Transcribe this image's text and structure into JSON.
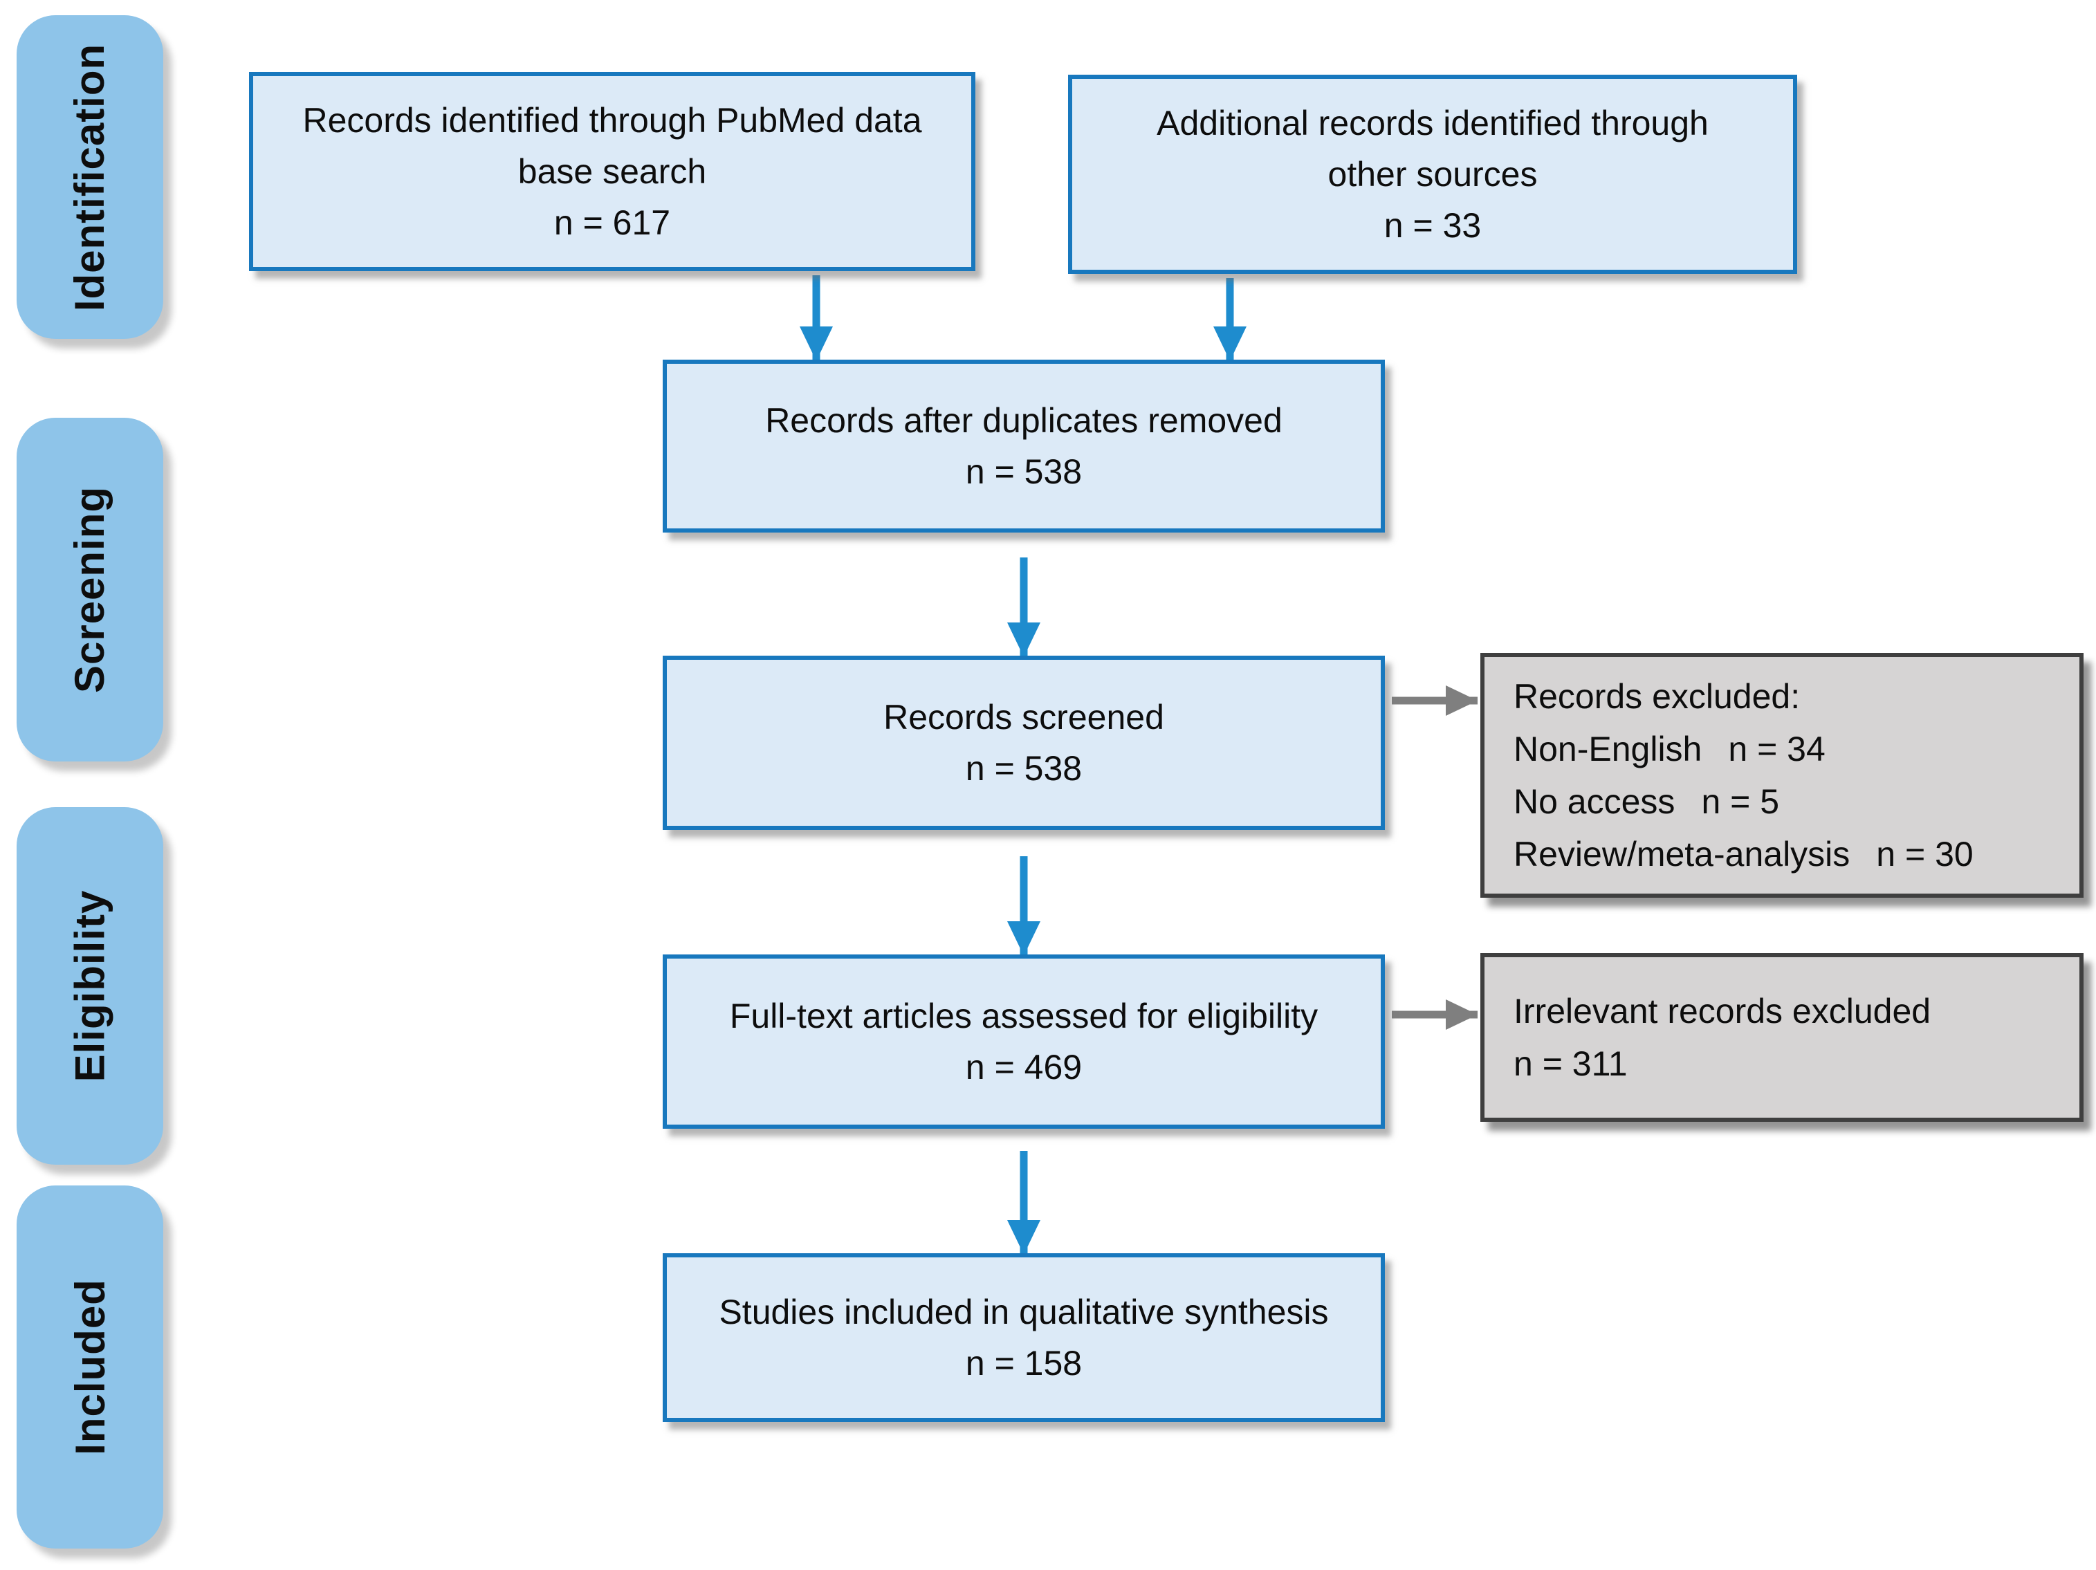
{
  "diagram": {
    "stages": [
      {
        "label": "Identification"
      },
      {
        "label": "Screening"
      },
      {
        "label": "Eligibility"
      },
      {
        "label": "Included"
      }
    ],
    "boxes": {
      "pubmed": {
        "lines": [
          "Records identified through PubMed data",
          "base search"
        ],
        "n": "n = 617"
      },
      "other": {
        "lines": [
          "Additional records identified through",
          "other sources"
        ],
        "n": "n = 33"
      },
      "dedup": {
        "lines": [
          "Records after duplicates removed"
        ],
        "n": "n = 538"
      },
      "screened": {
        "lines": [
          "Records screened"
        ],
        "n": "n = 538"
      },
      "fulltext": {
        "lines": [
          "Full-text articles assessed for eligibility"
        ],
        "n": "n = 469"
      },
      "included": {
        "lines": [
          "Studies included in qualitative synthesis"
        ],
        "n": "n = 158"
      }
    },
    "exclusion_boxes": {
      "records_excluded": {
        "lines": [
          {
            "label": "Records excluded:",
            "n": ""
          },
          {
            "label": "Non-English",
            "n": "n = 34"
          },
          {
            "label": "No access",
            "n": "n = 5"
          },
          {
            "label": "Review/meta-analysis",
            "n": "n = 30"
          }
        ]
      },
      "irrelevant_excluded": {
        "lines": [
          {
            "label": "Irrelevant records excluded",
            "n": ""
          },
          {
            "label": "n = 311",
            "n": ""
          }
        ]
      }
    },
    "colors": {
      "stage_fill": "#8EC4E9",
      "box_fill": "#DCEAF7",
      "box_border": "#1878BE",
      "arrow_blue": "#1E8CCE",
      "gray_fill": "#D6D4D4",
      "gray_border": "#3F3F3F",
      "arrow_gray": "#7F7F7F",
      "text": "#0D0D0D"
    }
  }
}
